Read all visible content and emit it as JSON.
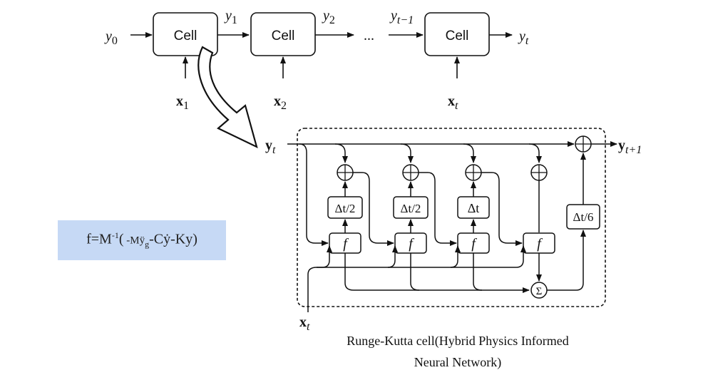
{
  "top_chain": {
    "cells": [
      "Cell",
      "Cell",
      "Cell"
    ],
    "y_labels": [
      "y",
      "y",
      "y",
      "y",
      "y"
    ],
    "y_subs": [
      "0",
      "1",
      "2",
      "t−1",
      "t"
    ],
    "x_labels": [
      "x",
      "x",
      "x"
    ],
    "x_subs": [
      "1",
      "2",
      "t"
    ],
    "ellipsis": "..."
  },
  "rk_cell": {
    "input_label": "y",
    "input_sub": "t",
    "output_label": "y",
    "output_sub": "t+1",
    "x_label": "x",
    "x_sub": "t",
    "f_label": "f",
    "steps": [
      "Δt/2",
      "Δt/2",
      "Δt",
      "Δt/6"
    ],
    "plus": "+",
    "sum": "Σ"
  },
  "formula": {
    "f": "f=M",
    "exp": "-1",
    "open": "(",
    "term1": " -Mÿ",
    "term1_sub": "g",
    "rest": "-Cẏ-Ky)"
  },
  "caption": {
    "line1": "Runge-Kutta cell(Hybrid Physics Informed",
    "line2": "Neural Network)"
  }
}
